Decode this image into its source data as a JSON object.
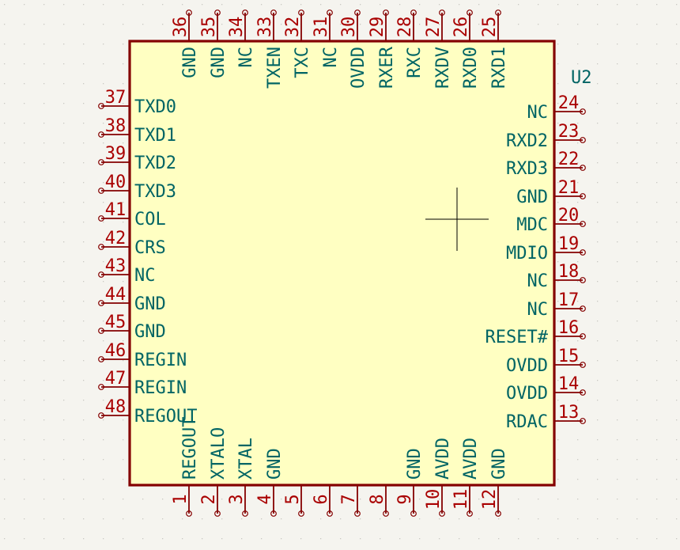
{
  "colors": {
    "background": "#f5f4ef",
    "grid_dot": "#c9c8c2",
    "body_fill": "#ffffc2",
    "body_stroke": "#840000",
    "pin_line": "#840000",
    "pin_number": "#a90000",
    "pin_name": "#006464",
    "reference": "#006464",
    "crosshair": "#000000"
  },
  "component": {
    "reference": "U2"
  },
  "pins": {
    "bottom": [
      {
        "num": "1",
        "name": "REGOUT"
      },
      {
        "num": "2",
        "name": "XTALO"
      },
      {
        "num": "3",
        "name": "XTAL"
      },
      {
        "num": "4",
        "name": "GND"
      },
      {
        "num": "5",
        "name": ""
      },
      {
        "num": "6",
        "name": ""
      },
      {
        "num": "7",
        "name": ""
      },
      {
        "num": "8",
        "name": ""
      },
      {
        "num": "9",
        "name": "GND"
      },
      {
        "num": "10",
        "name": "AVDD"
      },
      {
        "num": "11",
        "name": "AVDD"
      },
      {
        "num": "12",
        "name": "GND"
      }
    ],
    "right": [
      {
        "num": "13",
        "name": "RDAC"
      },
      {
        "num": "14",
        "name": "OVDD"
      },
      {
        "num": "15",
        "name": "OVDD"
      },
      {
        "num": "16",
        "name": "RESET#"
      },
      {
        "num": "17",
        "name": "NC"
      },
      {
        "num": "18",
        "name": "NC"
      },
      {
        "num": "19",
        "name": "MDIO"
      },
      {
        "num": "20",
        "name": "MDC"
      },
      {
        "num": "21",
        "name": "GND"
      },
      {
        "num": "22",
        "name": "RXD3"
      },
      {
        "num": "23",
        "name": "RXD2"
      },
      {
        "num": "24",
        "name": "NC"
      }
    ],
    "top": [
      {
        "num": "25",
        "name": "RXD1"
      },
      {
        "num": "26",
        "name": "RXD0"
      },
      {
        "num": "27",
        "name": "RXDV"
      },
      {
        "num": "28",
        "name": "RXC"
      },
      {
        "num": "29",
        "name": "RXER"
      },
      {
        "num": "30",
        "name": "OVDD"
      },
      {
        "num": "31",
        "name": "NC"
      },
      {
        "num": "32",
        "name": "TXC"
      },
      {
        "num": "33",
        "name": "TXEN"
      },
      {
        "num": "34",
        "name": "NC"
      },
      {
        "num": "35",
        "name": "GND"
      },
      {
        "num": "36",
        "name": "GND"
      }
    ],
    "left": [
      {
        "num": "37",
        "name": "TXD0"
      },
      {
        "num": "38",
        "name": "TXD1"
      },
      {
        "num": "39",
        "name": "TXD2"
      },
      {
        "num": "40",
        "name": "TXD3"
      },
      {
        "num": "41",
        "name": "COL"
      },
      {
        "num": "42",
        "name": "CRS"
      },
      {
        "num": "43",
        "name": "NC"
      },
      {
        "num": "44",
        "name": "GND"
      },
      {
        "num": "45",
        "name": "GND"
      },
      {
        "num": "46",
        "name": "REGIN"
      },
      {
        "num": "47",
        "name": "REGIN"
      },
      {
        "num": "48",
        "name": "REGOUT"
      }
    ]
  }
}
